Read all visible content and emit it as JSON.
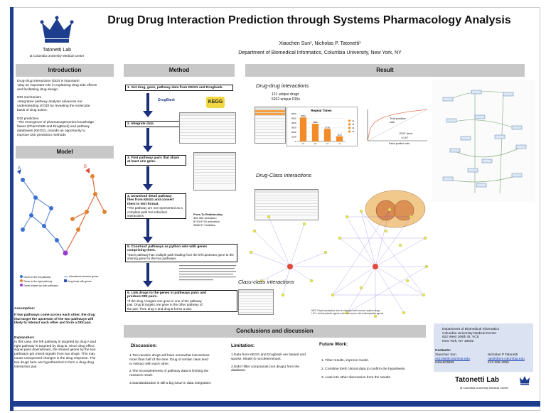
{
  "header": {
    "title": "Drug Drug Interaction Prediction through Systems Pharmacology Analysis",
    "authors": "Xiaochen Sun¹, Nicholas P. Tatonetti¹",
    "department": "Department of Biomedical Informatics, Columbia University, New York, NY",
    "lab_name": "Tatonetti Lab",
    "lab_sub": "at Columbia University Medical Center"
  },
  "sections": {
    "introduction": "Introduction",
    "method": "Method",
    "result": "Result",
    "model": "Model",
    "conclusions": "Conclusions and discussion"
  },
  "intro": {
    "p1_l1": "Drug-drug interactions (DDI) is important!",
    "p1_l2": "-play an important role in explaining drug side effects",
    "p1_l3": "and facilitating drug design.",
    "p2_l1": "DDI mechanism",
    "p2_l2": "-integrative pathway analysis advances our",
    "p2_l3": "understanding of DDI by revealing the molecular",
    "p2_l4": "basis of drug action.",
    "p3_l1": "DDI prediction",
    "p3_l2": "-The emergence of pharmacogenomics knowledge",
    "p3_l3": "bases (PharmGKB and DrugBank) and pathway",
    "p3_l4": "databases (KEGG), provide an opportunity to",
    "p3_l5": "improve DDI prediction methods"
  },
  "model": {
    "legend": [
      "Genes in the left pathway",
      "Genes in the right pathway",
      "Genes shared by both pathways",
      "Interactions between genes",
      "Drug binds with genes"
    ],
    "assumption_head": "Assumption:",
    "assumption_l1": "If two pathways come across each other, the drug",
    "assumption_l2": "that target the upstream of the two pathways will",
    "assumption_l3": "likely to interact each other and form a DDI pair.",
    "explanation_head": "Explanation:",
    "explanation_l1": "In this case, the left pathway is targeted by drug A and",
    "explanation_l2": "right pathway is targeted by drug B. Since drug effect",
    "explanation_l3": "signal pass downstream, the shared genes by the two",
    "explanation_l4": "pathways get mixed signals from two drugs. This may",
    "explanation_l5": "cause unexpected changes in the drug response. The",
    "explanation_l6": "two drugs here are hypothesized to form a drug-drug",
    "explanation_l7": "interaction pair.",
    "node_a": "A",
    "node_b": "B"
  },
  "method": {
    "step1": "1. Get drug, gene, pathway data from KEGG and Drugbank.",
    "drugbank_label": "DrugBank",
    "kegg_label": "KEGG",
    "step2": "2. Integrate data",
    "step3_l1": "3. Find pathway pairs that share",
    "step3_l2": "at least one gene.",
    "step4_l1": "4. Download detail pathway",
    "step4_l2": "files from KEGG and convert",
    "step4_l3": "them to text format.",
    "step4_l4": "*The pathway are not represented as a",
    "step4_l5": "complete path but individual interactions",
    "relationship_head": "From  To  Relationship",
    "relationship_r1": "356   355   activation",
    "relationship_r2": "8743  8743  activation",
    "relationship_r3": "3566  57    inhibition",
    "step5_l1": "5. Construct pathways as python sets with genes",
    "step5_l2": "comprising them.",
    "step5_l3": "*Each pathway has multiple path leading from the left upstream gene to the",
    "step5_l4": "sharing gene for the two pathways",
    "step6_l1": "6. Link drugs to the genes in pathways pairs and",
    "step6_l2": "produce DDI pairs.",
    "step6_l3": "*If the drug A targets one gene in one of the pathway",
    "step6_l4": "pair. Drug B targets one gene in the other pathway of",
    "step6_l5": "the pair. Then drug A and drug B forms a DDI."
  },
  "result": {
    "ddi_title": "Drug-drug interactions",
    "unique_drugs": "121 unique drugs",
    "unique_ddis": "5202 unique DDIs",
    "repeat_title": "Repeat Times",
    "roc_area": "ROC area",
    "roc_value": "=0.67",
    "true_pos": "True positive rate",
    "false_pos": "False positive rate",
    "drug_class_title": "Drug-Class interactions",
    "class_class_title": "Class-class interactions",
    "note_l1": "NSS: Psychoanaleptics acts on stimulant with nervous system drugs",
    "note_l2": "LIS-1: Antineoplastic agents work on immune with antineoplastic agents"
  },
  "chart_data": {
    "type": "bar",
    "title": "Repeat Times",
    "categories": [
      "x1",
      "x2",
      "x3",
      "x4"
    ],
    "values": [
      5202,
      3822,
      2726,
      1125
    ],
    "ylim": [
      0,
      6000
    ],
    "y_ticks": [
      "0",
      "1000",
      "2000",
      "3000",
      "4000",
      "5000",
      "6000"
    ],
    "legend": [
      "x1",
      "x2",
      "x3",
      "x4"
    ]
  },
  "conclusions": {
    "discussion_head": "Discussion:",
    "d1_l1": "1.Two random drugs will have somewhat interactions",
    "d1_l2": "more than half of the time. Drug of similar class tend",
    "d1_l3": "to interact with each other.",
    "d2_l1": "2.The incompleteness of pathway data is limiting the",
    "d2_l2": "research result.",
    "d3": "3.Standardization is still a big issue in data integration.",
    "limitation_head": "Limitation:",
    "l1_l1": "1.Data from KEGG and Drugbank are biased and",
    "l1_l2": "sparse. Model is not determinant.",
    "l2_l1": "2.Didn't filter compounds (not drugs) from the",
    "l2_l2": "database.",
    "future_head": "Future Work:",
    "f1": "1. Filter results, improve model.",
    "f2": "2. Combine EHR clinical data to confirm the hypothesis.",
    "f3": "3. Look into other discoveries from the results."
  },
  "contact": {
    "addr_l1": "Department of Biomedical Informatics",
    "addr_l2": "Columbia University Medical Center",
    "addr_l3": "622 West 168th St. VC5",
    "addr_l4": "New York, NY 10032",
    "contacts_head": "Contacts:",
    "c1_name": "Xiaochen Sun",
    "c1_email": "xs2198@columbia.edu",
    "c1_phone": "6464603859",
    "c2_name": "Nicholas P Tatonetti",
    "c2_email": "npt@dbmi.columbia.edu",
    "c2_phone": "212-305-2055",
    "lab_name": "Tatonetti Lab",
    "lab_sub": "at Columbia University Medical Center"
  },
  "colors": {
    "accent": "#1d3d8f",
    "section_bg": "#c8c8c8",
    "contact_bg": "#dbe3f3",
    "arrow": "#1c2f7a",
    "network_edge": "#3b3bd6",
    "network_node": "#e8e83a"
  }
}
